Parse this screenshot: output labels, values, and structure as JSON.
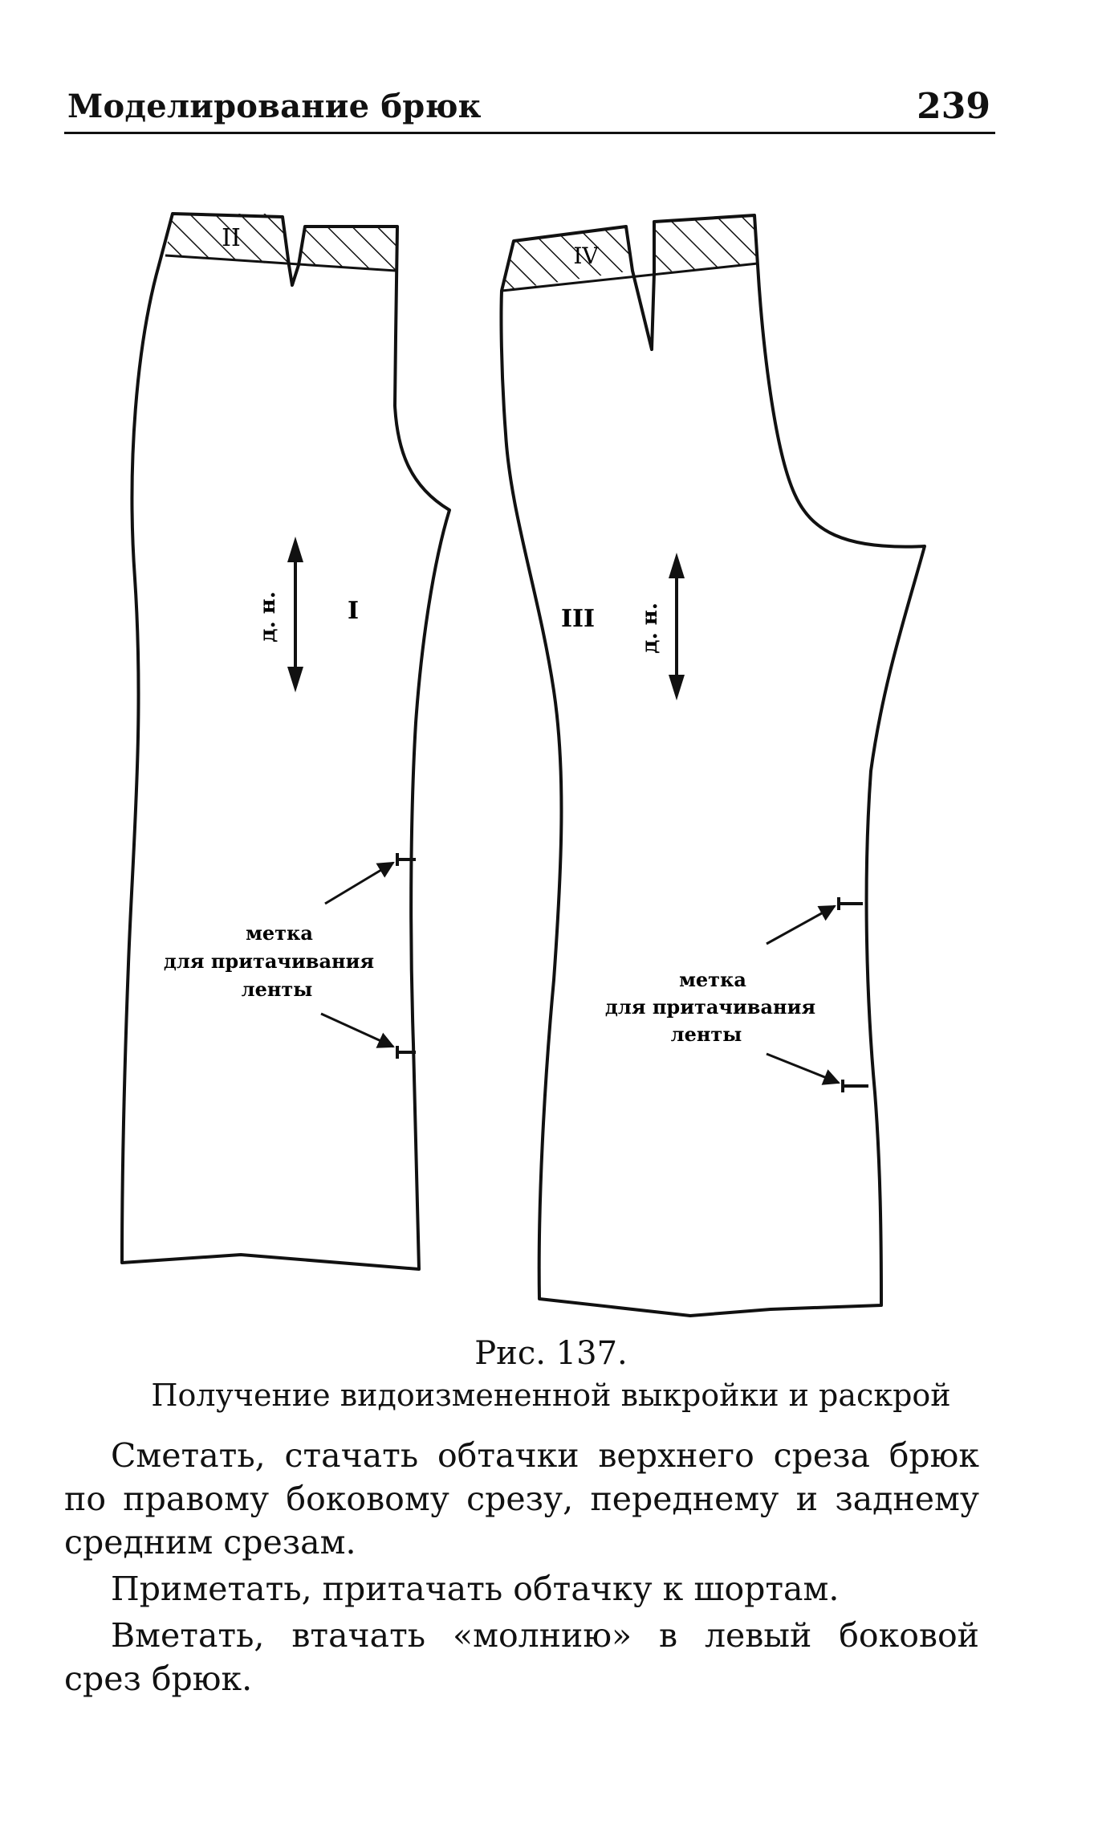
{
  "header": {
    "running_title": "Моделирование брюк",
    "page_number": "239"
  },
  "figure": {
    "left_piece": {
      "waistband_label": "II",
      "piece_label": "I",
      "grain_label": "д. н.",
      "mark_label_lines": [
        "метка",
        "для притачивания",
        "ленты"
      ]
    },
    "right_piece": {
      "waistband_label": "IV",
      "piece_label": "III",
      "grain_label": "д. н.",
      "mark_label_lines": [
        "метка",
        "для притачивания",
        "ленты"
      ]
    },
    "number": "Рис. 137.",
    "caption": "Получение видоизмененной выкройки и раскрой"
  },
  "body": {
    "paragraphs": [
      "Сметать, стачать обтачки верхнего среза брюк по правому боковому срезу, переднему и заднему средним срезам.",
      "Приметать, притачать обтачку к шортам.",
      "Вметать, втачать «молнию» в левый боковой срез брюк."
    ]
  }
}
